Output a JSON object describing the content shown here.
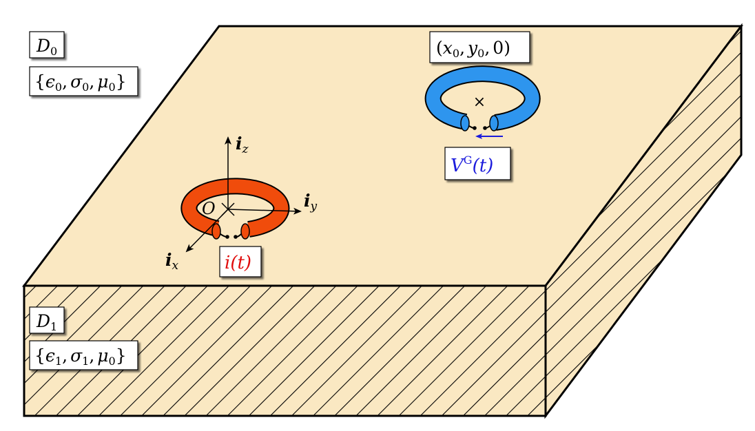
{
  "labels": {
    "domain_upper": {
      "name": "D",
      "sub": "0"
    },
    "params_upper": {
      "open": "{",
      "e": "ϵ",
      "e_sub": "0",
      "s": "σ",
      "s_sub": "0",
      "m": "μ",
      "m_sub": "0",
      "close": "}",
      "comma": ","
    },
    "domain_lower": {
      "name": "D",
      "sub": "1"
    },
    "params_lower": {
      "open": "{",
      "e": "ϵ",
      "e_sub": "1",
      "s": "σ",
      "s_sub": "1",
      "m": "μ",
      "m_sub": "0",
      "close": "}",
      "comma": ","
    },
    "receiver_pos": {
      "open": "(",
      "x": "x",
      "x_sub": "0",
      "y": "y",
      "y_sub": "0",
      "z": "0",
      "close": ")",
      "comma": ","
    },
    "voltage": {
      "main": "V",
      "sup": "G",
      "arg": "(t)"
    },
    "current": {
      "text": "i(t)"
    },
    "axes": {
      "z": {
        "vec": "i",
        "sub": "z"
      },
      "y": {
        "vec": "i",
        "sub": "y"
      },
      "x": {
        "vec": "i",
        "sub": "x"
      },
      "origin": "O"
    },
    "center_mark": "×"
  },
  "colors": {
    "slab_face": "#fae8c2",
    "transmitter_loop": "#f04c0c",
    "receiver_loop": "#2e95ee",
    "current_label": "#e01010",
    "voltage_label": "#1a1adc",
    "outline": "#000000"
  }
}
